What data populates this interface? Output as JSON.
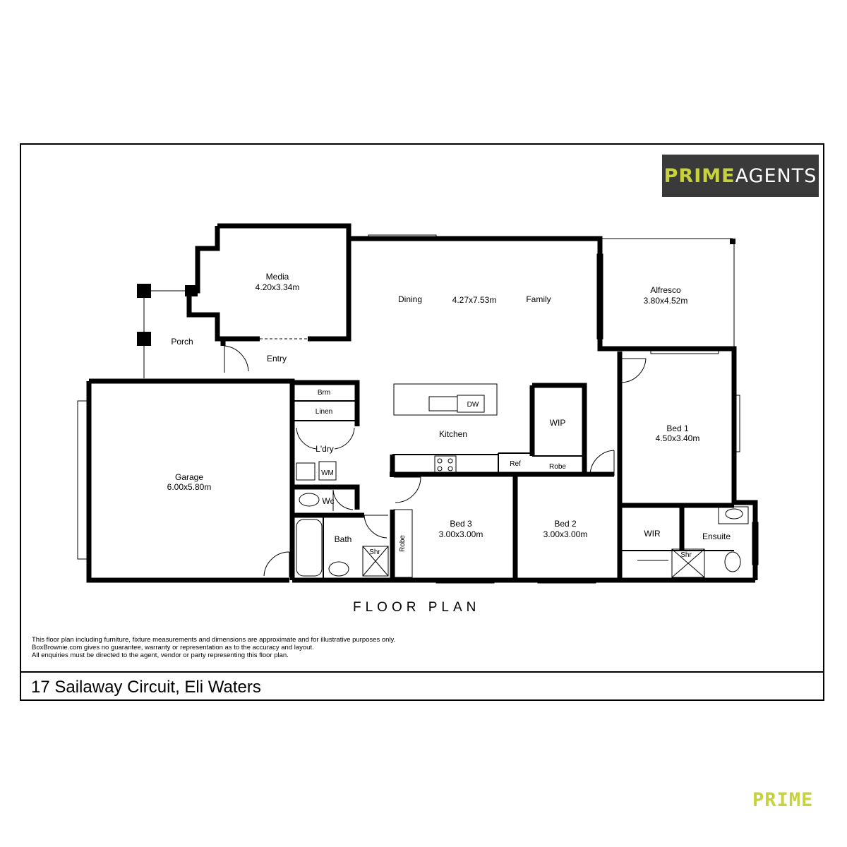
{
  "brand": {
    "logo_word1": "PRIME",
    "logo_word2": "AGENTS",
    "footer_wordmark": "PRIME",
    "logo_bg_color": "#3a3a3a",
    "accent_color": "#c8d23c"
  },
  "plan_title": "FLOOR PLAN",
  "rooms": {
    "media": {
      "name": "Media",
      "size": "4.20x3.34m"
    },
    "dining": {
      "name": "Dining"
    },
    "living_size": "4.27x7.53m",
    "family": {
      "name": "Family"
    },
    "alfresco": {
      "name": "Alfresco",
      "size": "3.80x4.52m"
    },
    "porch": {
      "name": "Porch"
    },
    "entry": {
      "name": "Entry"
    },
    "brm": {
      "name": "Brm"
    },
    "linen": {
      "name": "Linen"
    },
    "laundry": {
      "name": "L'dry"
    },
    "wm": {
      "name": "WM"
    },
    "wc": {
      "name": "Wc"
    },
    "dw": {
      "name": "DW"
    },
    "kitchen": {
      "name": "Kitchen"
    },
    "wip": {
      "name": "WIP"
    },
    "ref": {
      "name": "Ref"
    },
    "robe_master": {
      "name": "Robe"
    },
    "bed1": {
      "name": "Bed 1",
      "size": "4.50x3.40m"
    },
    "garage": {
      "name": "Garage",
      "size": "6.00x5.80m"
    },
    "bath": {
      "name": "Bath"
    },
    "shr_bath": {
      "name": "Shr"
    },
    "robe_bed3": {
      "name": "Robe"
    },
    "bed3": {
      "name": "Bed 3",
      "size": "3.00x3.00m"
    },
    "bed2": {
      "name": "Bed 2",
      "size": "3.00x3.00m"
    },
    "wir": {
      "name": "WIR"
    },
    "ensuite": {
      "name": "Ensuite"
    },
    "shr_ensuite": {
      "name": "Shr"
    }
  },
  "disclaimer": {
    "line1": "This floor plan including furniture, fixture measurements and dimensions are approximate and for illustrative purposes only.",
    "line2": "BoxBrownie.com gives no guarantee, warranty or representation as to the accuracy and layout.",
    "line3": "All enquiries must be directed to the agent, vendor or party representing this floor plan."
  },
  "address": "17 Sailaway Circuit, Eli Waters"
}
